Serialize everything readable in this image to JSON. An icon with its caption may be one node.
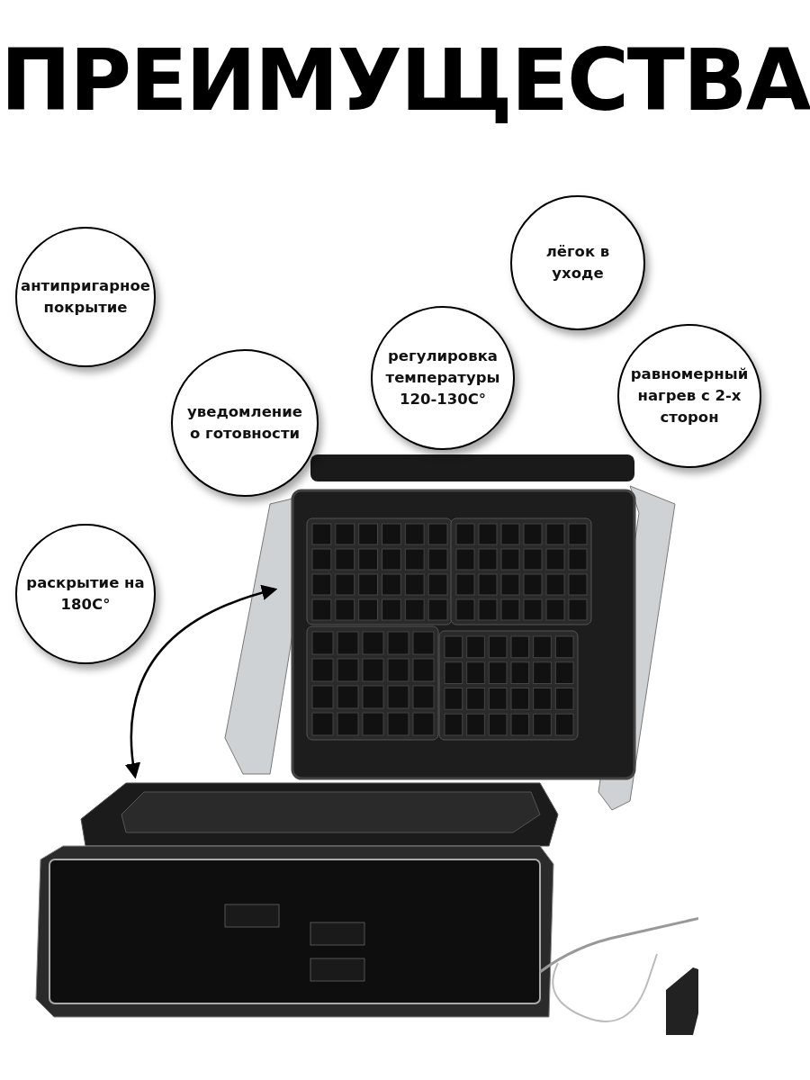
{
  "diagram": {
    "title": "ПРЕИМУЩЕСТВА",
    "nodes": [
      {
        "text": [
          "антипригарное покрытие"
        ]
      },
      {
        "text": [
          "лёгок в уходе"
        ]
      },
      {
        "text": [
          "регулировка температуры 120-130C°"
        ]
      },
      {
        "text": [
          "уведомление о готовности"
        ]
      },
      {
        "text": [
          "равномерный нагрев с 2-х сторон"
        ]
      },
      {
        "text": [
          "раскрытие на 180C°"
        ]
      }
    ]
  }
}
